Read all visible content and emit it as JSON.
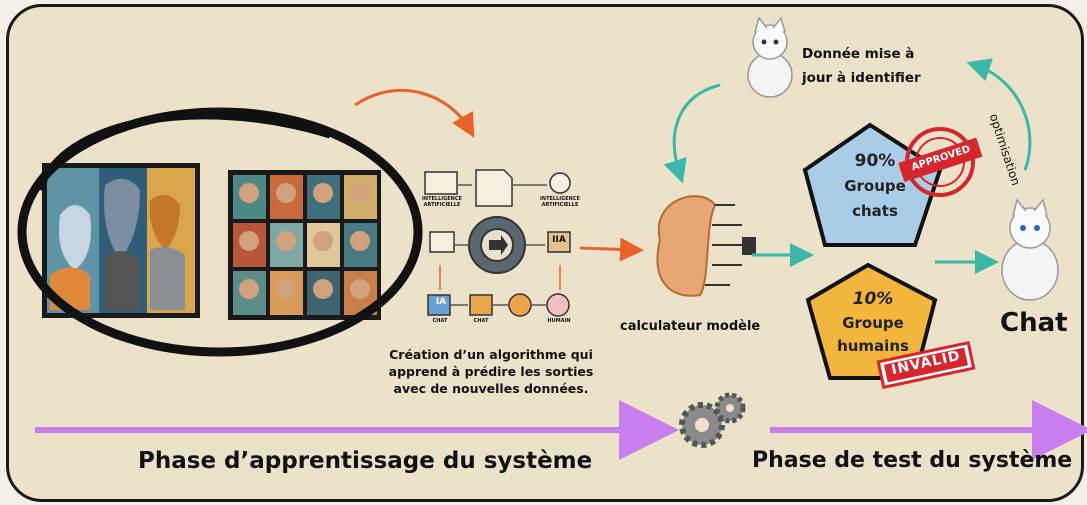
{
  "phases": {
    "learning": "Phase d’apprentissage du système",
    "testing": "Phase de test du système"
  },
  "algorithm": {
    "caption_l1": "Création d’un algorithme qui",
    "caption_l2": "apprend à prédire les sorties",
    "caption_l3": "avec de nouvelles données.",
    "labels": [
      "INTELLIGENCE ARTIFICIELLE",
      "INTELLIGENCE ARTIFICIELLE",
      "IA",
      "IIA",
      "CHAT",
      "CHAT",
      "HUMAIN"
    ]
  },
  "model": {
    "label": "calculateur modèle"
  },
  "new_data": {
    "line1": "Donnée mise à",
    "line2": "jour à identifier"
  },
  "optimisation": "optimisation",
  "groups": {
    "cats": {
      "percent": "90%",
      "line1": "Groupe",
      "line2": "chats",
      "stamp": "APPROVED"
    },
    "humans": {
      "percent": "10%",
      "line1": "Groupe",
      "line2": "humains",
      "stamp": "INVALID"
    }
  },
  "result": "Chat",
  "colors": {
    "purple_arrow": "#c97ef0",
    "orange_arrow": "#e8622a",
    "teal_arrow": "#3bb8a9",
    "cats_pentagon": "#a9cde6",
    "humans_pentagon": "#f2b63c",
    "stamp_red": "#d6252b"
  }
}
